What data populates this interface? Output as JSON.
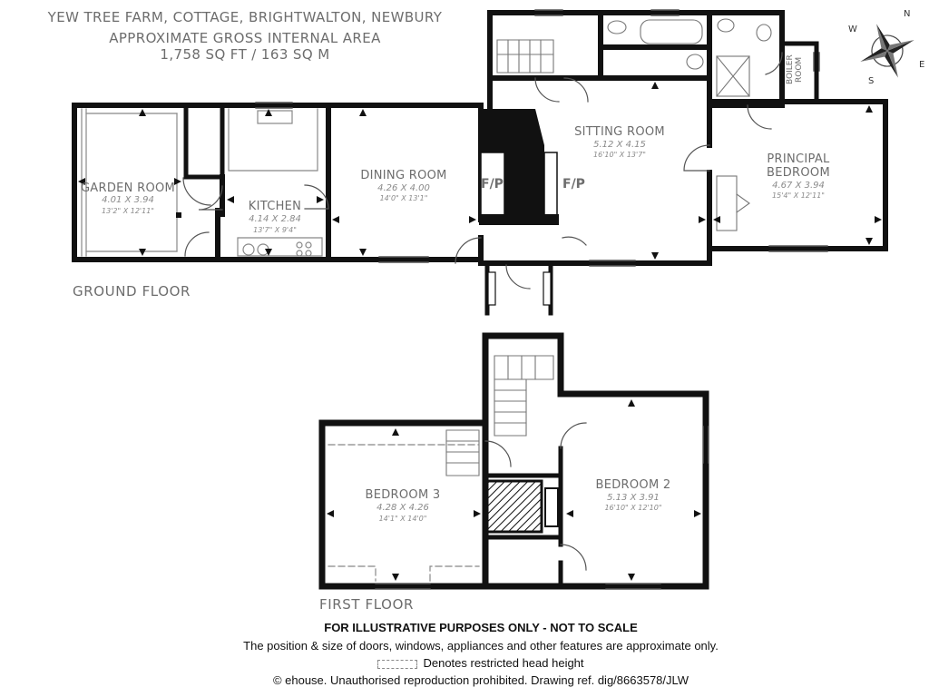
{
  "header": {
    "title": "YEW TREE FARM, COTTAGE, BRIGHTWALTON, NEWBURY",
    "subtitle": "APPROXIMATE GROSS INTERNAL AREA",
    "area": "1,758 SQ FT / 163 SQ M"
  },
  "floors": {
    "ground": "GROUND FLOOR",
    "first": "FIRST FLOOR"
  },
  "rooms": {
    "garden_room": {
      "name": "GARDEN ROOM",
      "metric": "4.01 X 3.94",
      "imperial": "13'2\" X 12'11\""
    },
    "kitchen": {
      "name": "KITCHEN",
      "metric": "4.14 X 2.84",
      "imperial": "13'7\" X 9'4\""
    },
    "dining_room": {
      "name": "DINING ROOM",
      "metric": "4.26 X 4.00",
      "imperial": "14'0\" X 13'1\""
    },
    "sitting_room": {
      "name": "SITTING ROOM",
      "metric": "5.12 X 4.15",
      "imperial": "16'10\" X 13'7\""
    },
    "principal_bedroom": {
      "name_line1": "PRINCIPAL",
      "name_line2": "BEDROOM",
      "metric": "4.67 X 3.94",
      "imperial": "15'4\" X 12'11\""
    },
    "boiler_room": {
      "name": "BOILER ROOM"
    },
    "bedroom3": {
      "name": "BEDROOM 3",
      "metric": "4.28 X 4.26",
      "imperial": "14'1\" X 14'0\""
    },
    "bedroom2": {
      "name": "BEDROOM 2",
      "metric": "5.13 X 3.91",
      "imperial": "16'10\" X 12'10\""
    }
  },
  "fireplaces": {
    "left": "F/P",
    "right": "F/P"
  },
  "compass": {
    "n": "N",
    "e": "E",
    "s": "S",
    "w": "W"
  },
  "footer": {
    "disclaimer": "FOR ILLUSTRATIVE PURPOSES ONLY - NOT TO SCALE",
    "note": "The position & size of doors, windows, appliances and other features are approximate only.",
    "legend": "Denotes restricted head height",
    "copyright": "© ehouse. Unauthorised reproduction prohibited. Drawing ref. dig/8663578/JLW"
  }
}
